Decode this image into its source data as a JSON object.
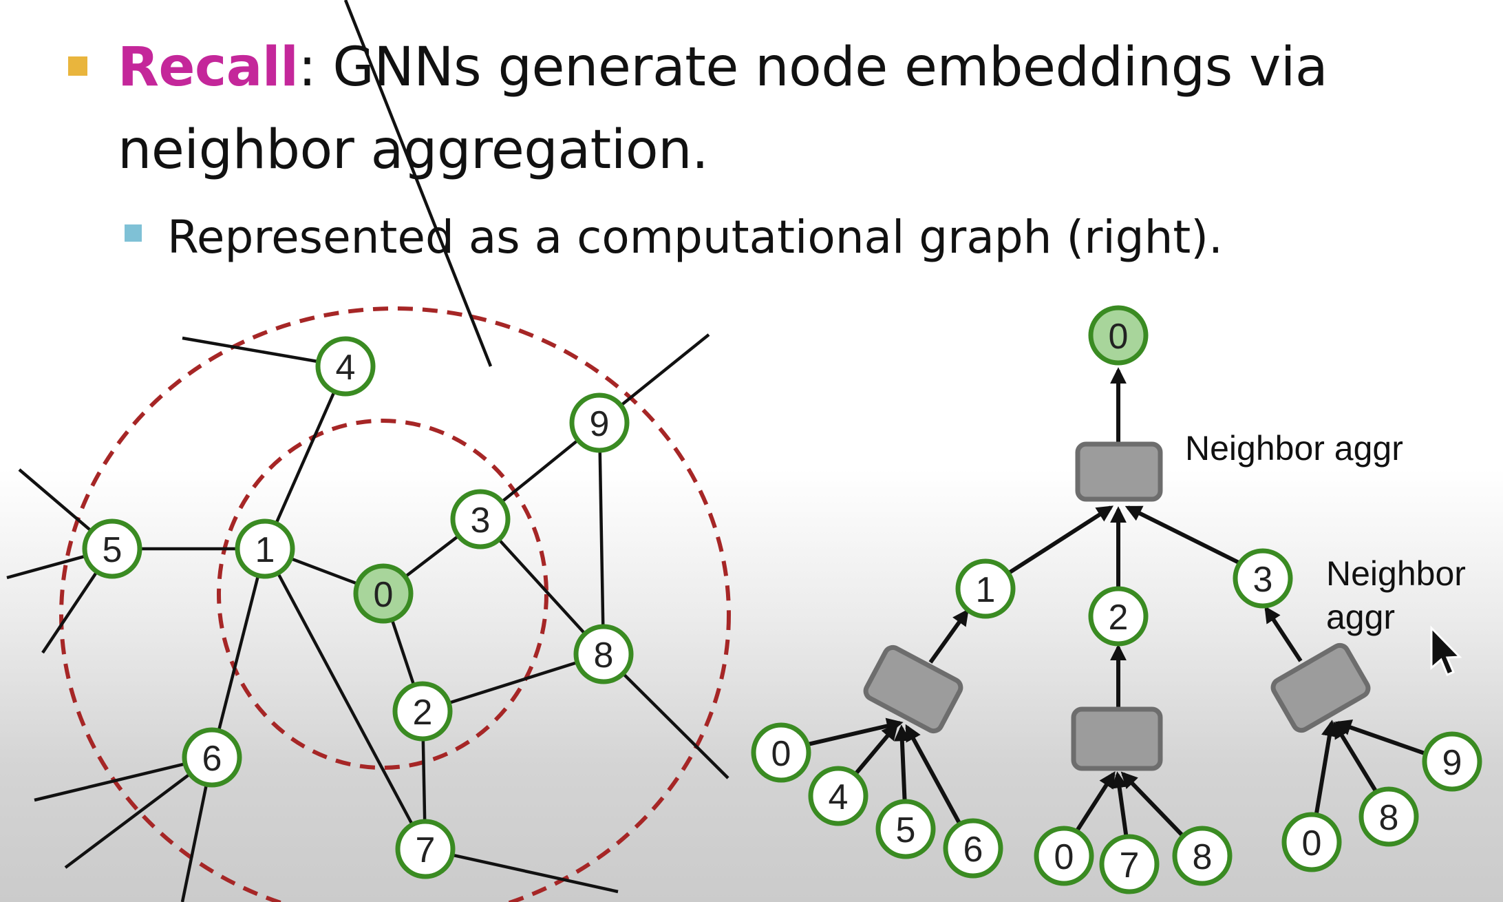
{
  "title": {
    "highlight": "Recall",
    "rest": ": GNNs generate node embeddings via neighbor aggregation."
  },
  "subtitle": "Represented as a computational graph (right).",
  "colors": {
    "highlight": "#c4279a",
    "main_bullet": "#e9b53d",
    "sub_bullet": "#7fc1d6",
    "node_stroke": "#3a8b22",
    "target_node_fill": "#a8d59b",
    "neighborhood_ring": "#a62626",
    "aggregator_box": "#9c9c9c"
  },
  "input_graph": {
    "target_node": "0",
    "nodes": [
      "0",
      "1",
      "2",
      "3",
      "4",
      "5",
      "6",
      "7",
      "8",
      "9"
    ],
    "edges": [
      [
        "0",
        "1"
      ],
      [
        "0",
        "3"
      ],
      [
        "0",
        "2"
      ],
      [
        "1",
        "4"
      ],
      [
        "1",
        "5"
      ],
      [
        "1",
        "6"
      ],
      [
        "1",
        "7"
      ],
      [
        "3",
        "9"
      ],
      [
        "3",
        "8"
      ],
      [
        "2",
        "8"
      ],
      [
        "2",
        "7"
      ],
      [
        "8",
        "9"
      ]
    ]
  },
  "computation_graph": {
    "root": "0",
    "root_aggregator_label": "Neighbor aggr",
    "layer2_aggregator_label": [
      "Neighbor",
      "aggr"
    ],
    "children": [
      {
        "node": "1",
        "inputs": [
          "0",
          "4",
          "5",
          "6"
        ]
      },
      {
        "node": "2",
        "inputs": [
          "0",
          "7",
          "8"
        ]
      },
      {
        "node": "3",
        "inputs": [
          "0",
          "8",
          "9"
        ]
      }
    ]
  }
}
